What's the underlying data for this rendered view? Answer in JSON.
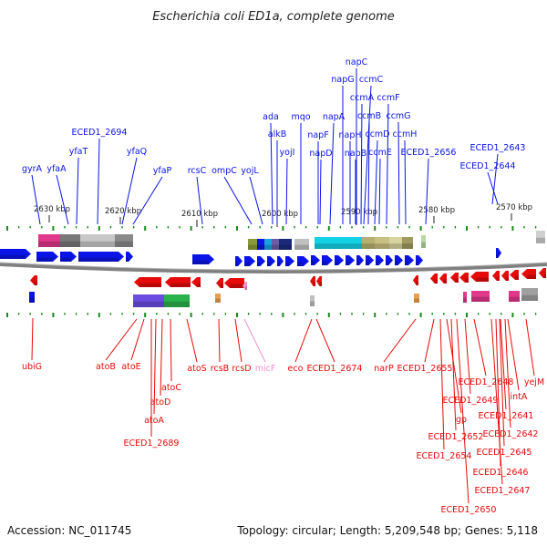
{
  "title": "Escherichia coli ED1a, complete genome",
  "footer": {
    "accession": "Accession: NC_011745",
    "topology": "Topology: circular; Length: 5,209,548 bp; Genes: 5,118"
  },
  "colors": {
    "forward": "#0a14e6",
    "reverse": "#e60a0a",
    "pink_label": "#f090d0",
    "backbone": "#808080",
    "tick": "#1a8a1a"
  },
  "kbp_markers": [
    "2630 kbp",
    "2620 kbp",
    "2610 kbp",
    "2600 kbp",
    "2590 kbp",
    "2580 kbp",
    "2570 kbp"
  ],
  "forward_labels": [
    "gyrA",
    "yfaA",
    "yfaT",
    "ECED1_2694",
    "yfaQ",
    "yfaP",
    "rcsC",
    "ompC",
    "yojL",
    "ada",
    "alkB",
    "yojI",
    "mqo",
    "napF",
    "napD",
    "napA",
    "napG",
    "napC",
    "ccmC",
    "ccmA",
    "ccmB",
    "napH",
    "napB",
    "ccmF",
    "ccmD",
    "ccmE",
    "ccmG",
    "ccmH",
    "ECED1_2656",
    "ECED1_2643",
    "ECED1_2644"
  ],
  "reverse_labels": [
    "ubiG",
    "atoB",
    "atoE",
    "atoC",
    "atoD",
    "atoA",
    "ECED1_2689",
    "atoS",
    "rcsB",
    "rcsD",
    "micF",
    "eco",
    "ECED1_2674",
    "narP",
    "ECED1_2655",
    "gp",
    "ECED1_2648",
    "ECED1_2649",
    "intA",
    "ECED1_2652",
    "ECED1_2641",
    "ECED1_2654",
    "ECED1_2642",
    "ECED1_2645",
    "ECED1_2646",
    "ECED1_2647",
    "ECED1_2650",
    "yejM"
  ]
}
